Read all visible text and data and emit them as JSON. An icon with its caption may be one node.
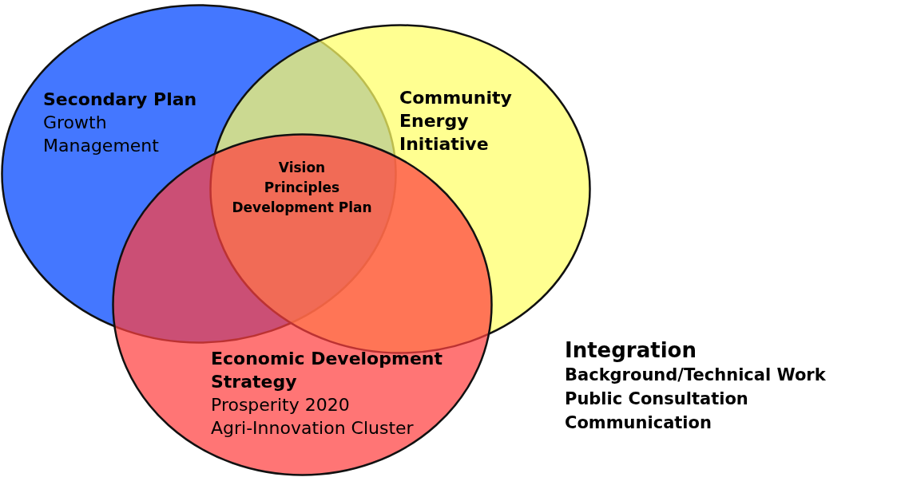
{
  "diagram": {
    "nodes": [
      {
        "text": [
          "Secondary Plan",
          "Growth Management"
        ]
      },
      {
        "text": [
          "Community Energy Initiative"
        ]
      },
      {
        "text": [
          "Economic Development Strategy",
          "Prosperity 2020",
          "Agri-Innovation Cluster"
        ]
      }
    ],
    "labels": [
      "Vision",
      "Principles",
      "Development Plan",
      "Integration",
      "Background/Technical Work",
      "Public Consultation",
      "Communication"
    ]
  }
}
